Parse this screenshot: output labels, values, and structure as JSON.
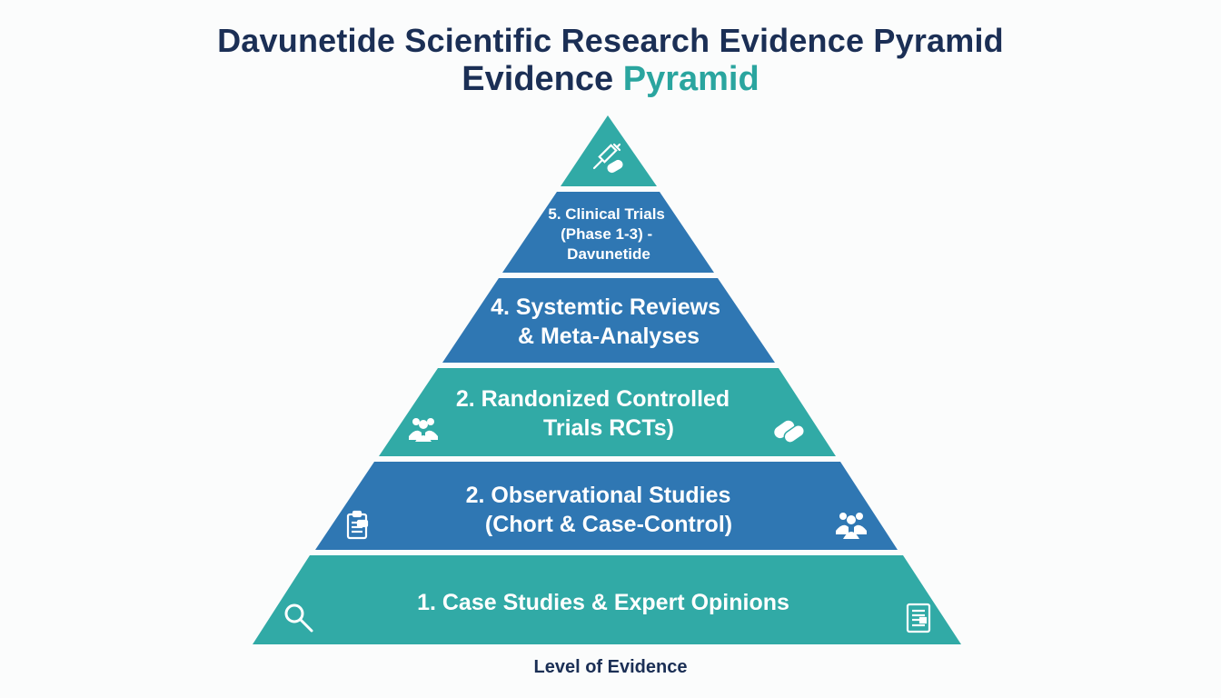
{
  "title": "Davunetide Scientific Research Evidence Pyramid",
  "subtitle": {
    "part1": "Evidence",
    "part2": "Pyramid"
  },
  "colors": {
    "teal": "#31aaa6",
    "blue": "#2f77b3",
    "title": "#1b2f55"
  },
  "tiers": [
    {
      "lines": [],
      "icon": "syringe-pill-icon",
      "color": "teal"
    },
    {
      "lines": [
        "5. Clinical Trials",
        "(Phase 1-3) -",
        "Davunetide"
      ],
      "color": "blue"
    },
    {
      "lines": [
        "4. Systemtic Reviews",
        "& Meta-Analyses"
      ],
      "color": "blue"
    },
    {
      "lines": [
        "2. Randonized Controlled",
        "Trials RCTs)"
      ],
      "color": "teal",
      "icons": [
        "people-icon",
        "pill-icon"
      ]
    },
    {
      "lines": [
        "2. Observational Studies",
        "(Chort & Case-Control)"
      ],
      "color": "blue",
      "icons": [
        "clipboard-icon",
        "people-icon"
      ]
    },
    {
      "lines": [
        "1. Case Studies & Expert Opinions"
      ],
      "color": "teal",
      "icons": [
        "magnifier-icon",
        "document-icon"
      ]
    }
  ],
  "caption": "Level of Evidence"
}
